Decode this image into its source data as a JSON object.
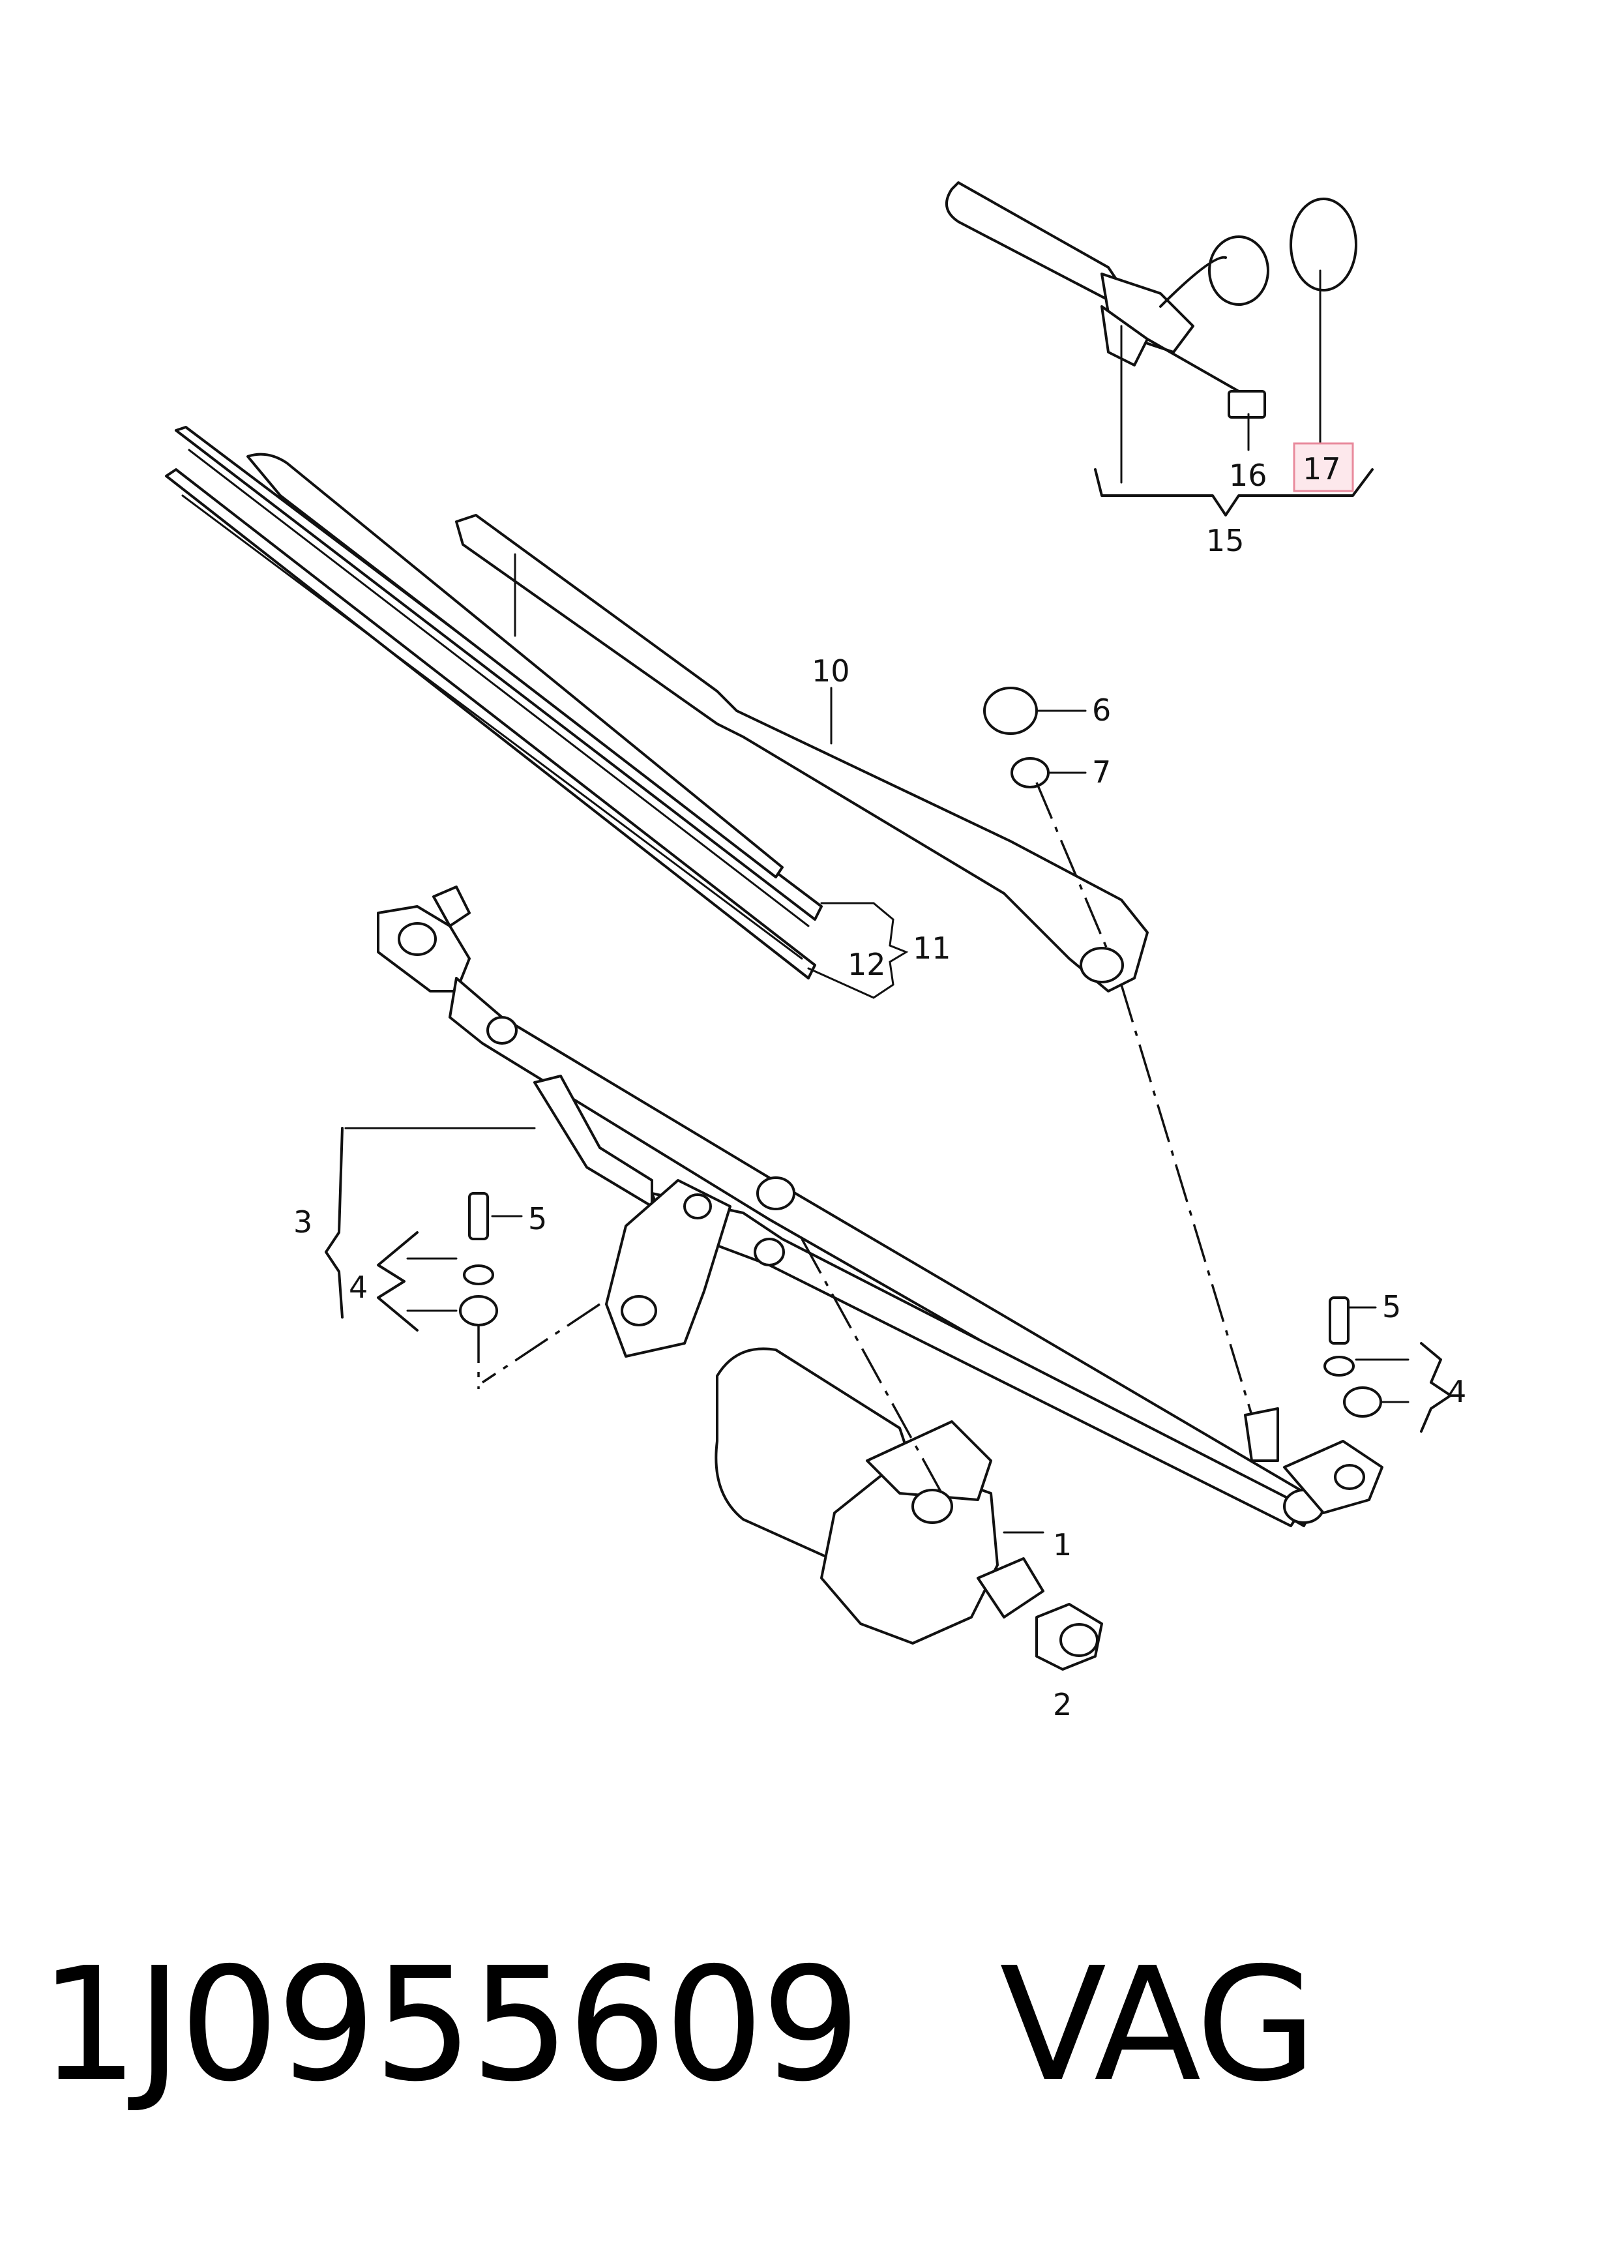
{
  "callouts": {
    "c1": "1",
    "c2": "2",
    "c3": "3",
    "c4a": "4",
    "c4b": "4",
    "c5a": "5",
    "c5b": "5",
    "c6": "6",
    "c7": "7",
    "c10": "10",
    "c11": "11",
    "c12": "12",
    "c15": "15",
    "c16": "16",
    "c17": "17"
  },
  "highlighted_callout": "17",
  "footer": {
    "part_number": "1J0955609",
    "brand": "VAG"
  },
  "colors": {
    "line": "#111111",
    "highlight_fill": "#fde8ec",
    "highlight_border": "#e88a9c"
  }
}
